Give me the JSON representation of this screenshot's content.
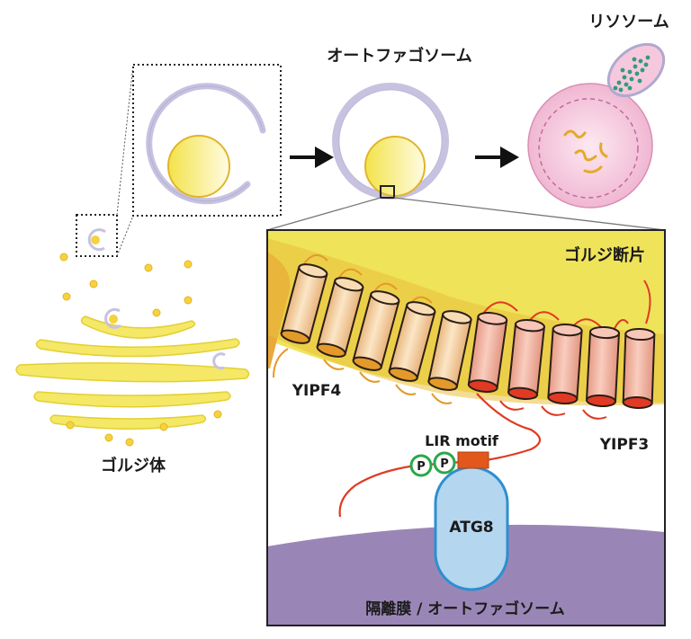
{
  "labels": {
    "lysosome": "リソソーム",
    "autophagosome": "オートファゴソーム",
    "golgi_body": "ゴルジ体",
    "golgi_fragment": "ゴルジ断片",
    "yipf4": "YIPF4",
    "yipf3": "YIPF3",
    "lir_motif": "LIR motif",
    "phospho_1": "P",
    "phospho_2": "P",
    "atg8": "ATG8",
    "membrane": "隔離膜 / オートファゴソーム"
  },
  "colors": {
    "membrane_lavender": "#c7c2e0",
    "golgi_yellow": "#f2e660",
    "zoom_yellow": "#efe35a",
    "golgi_fragment_orange": "#e9a93a",
    "yipf4_helix": "#f6d6a6",
    "yipf3_helix": "#f2b6a2",
    "loop_red": "#e03a24",
    "loop_orange": "#e39a2a",
    "atg8_blue": "#b5d6ef",
    "atg8_border": "#2d8fd0",
    "phospho_green": "#2aa84a",
    "lir_orange": "#e2571c",
    "lysosome_pink": "#f3c3dc",
    "isolation_membrane_purple": "#9a86b6",
    "lysosome_dots_green": "#2f9c7a"
  }
}
